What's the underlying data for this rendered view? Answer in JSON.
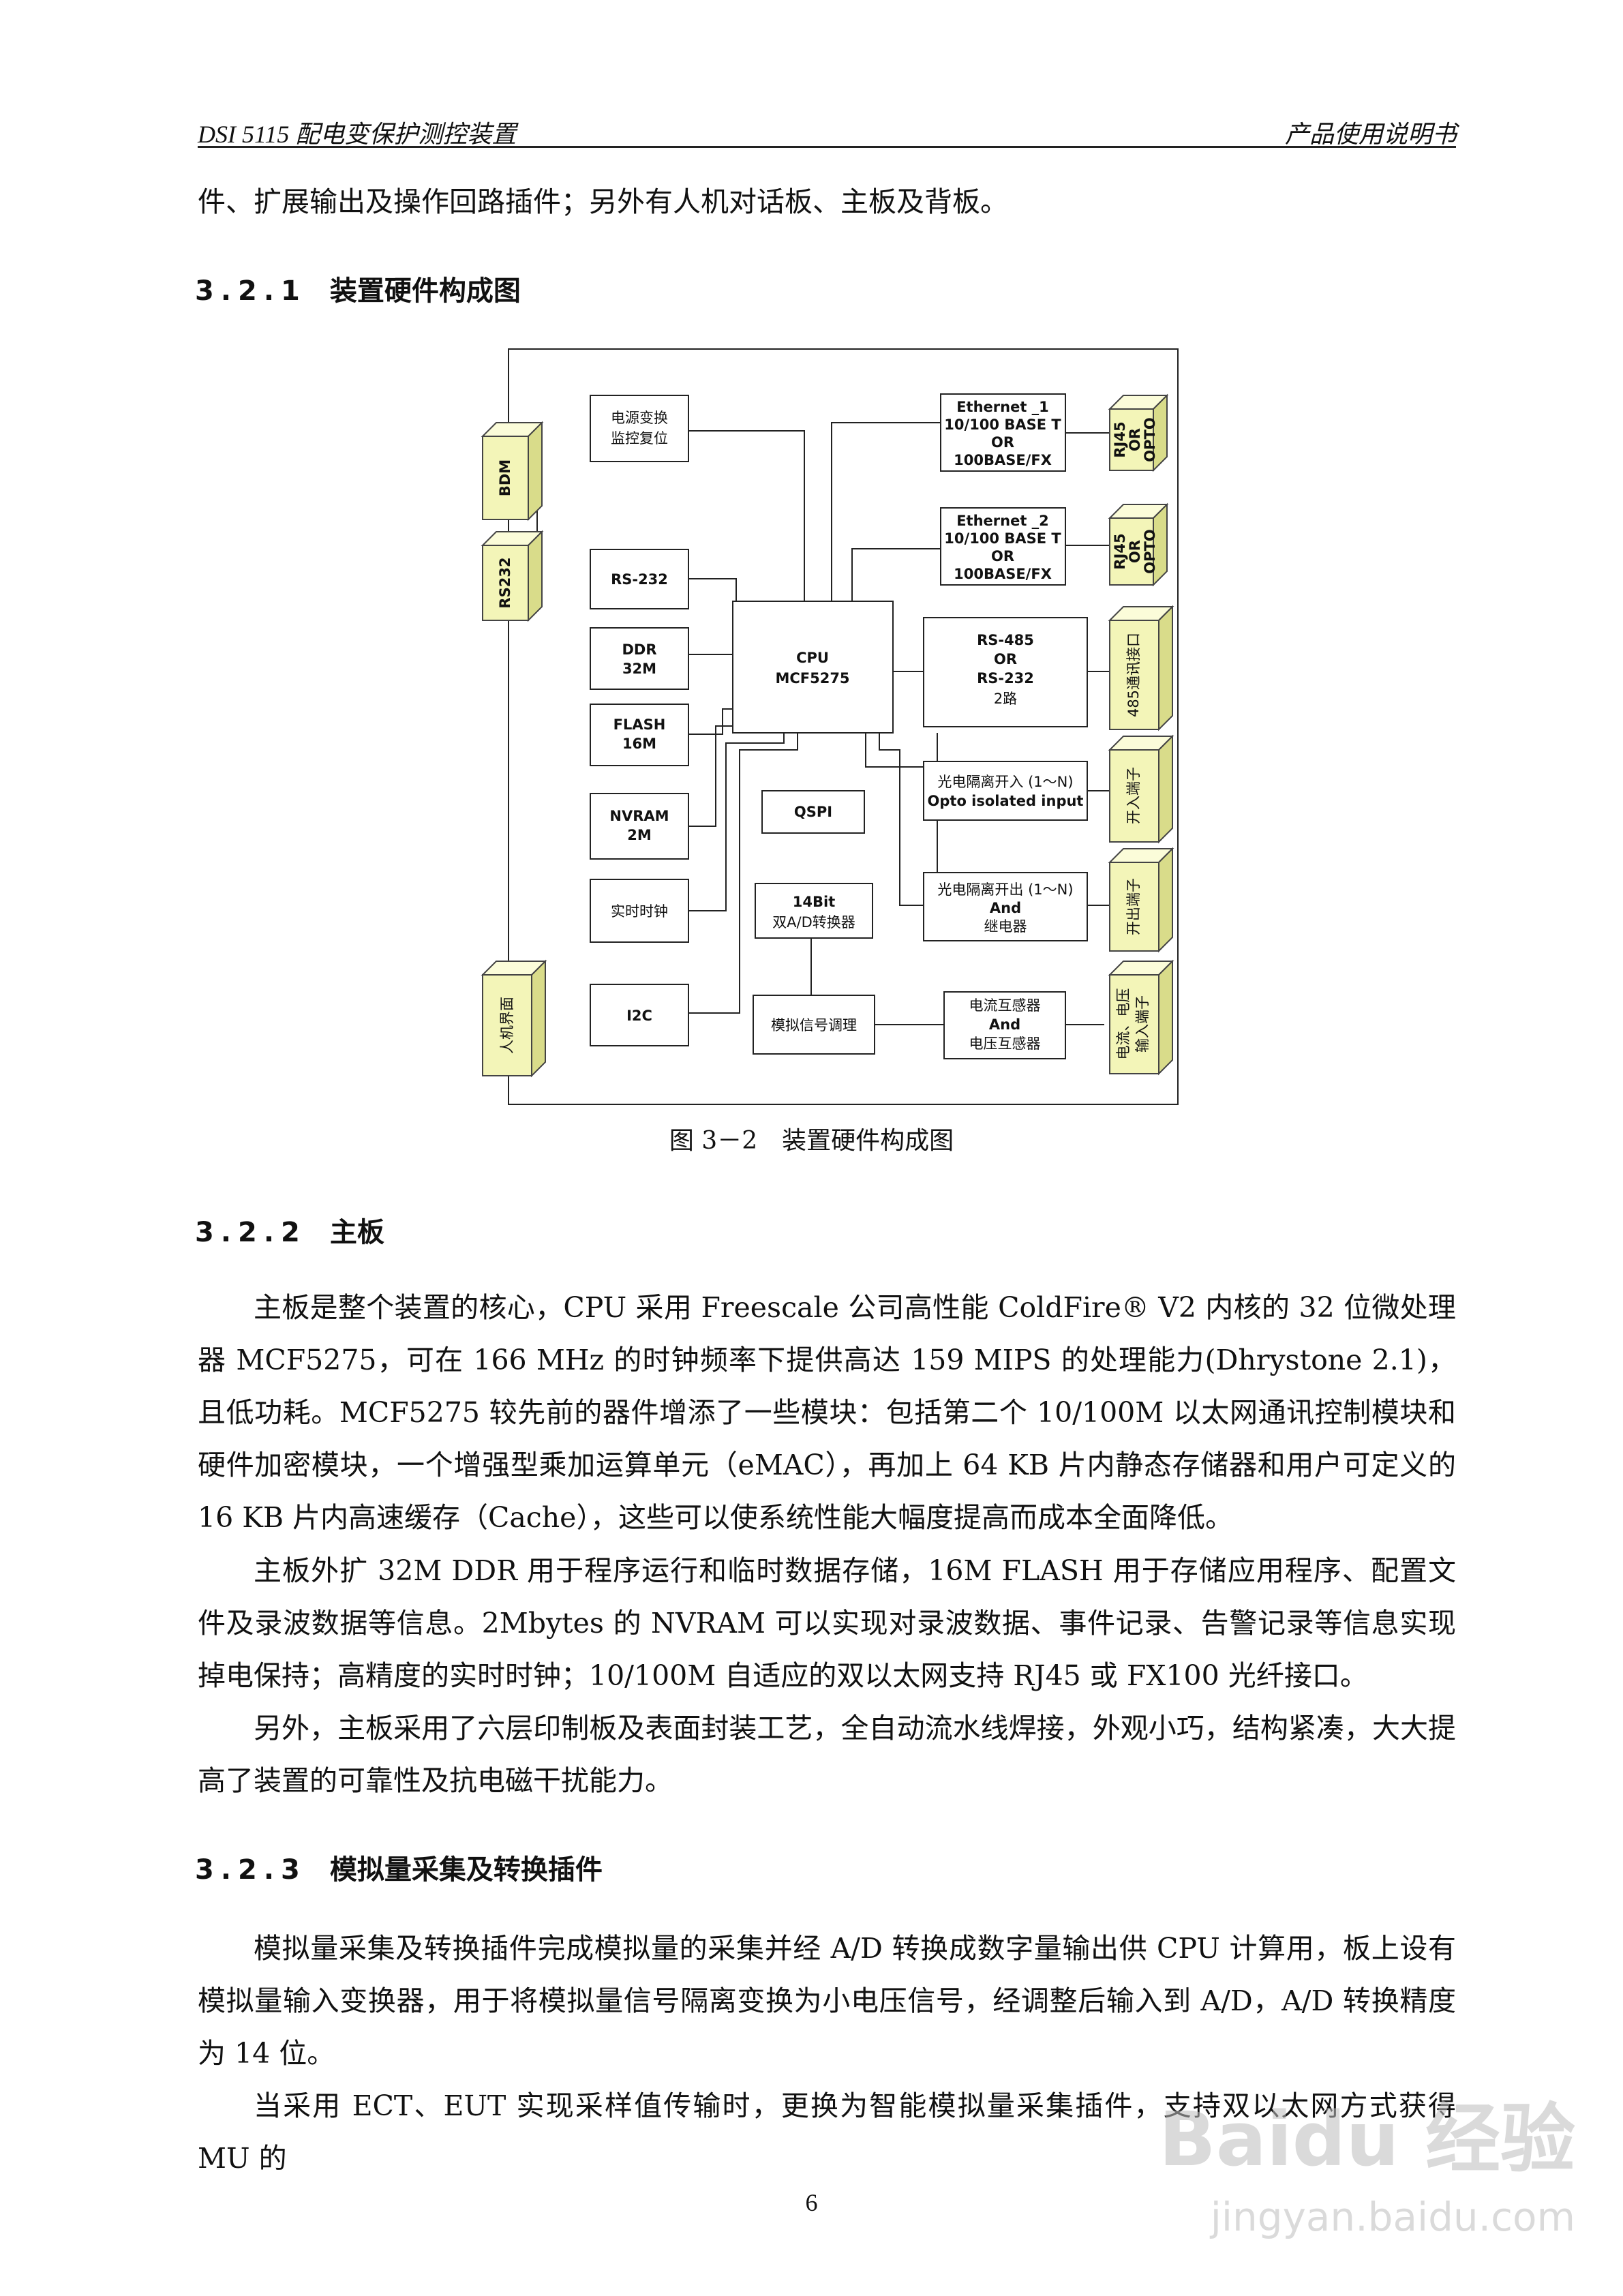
{
  "header": {
    "left": "DSI 5115 配电变保护测控装置",
    "right": "产品使用说明书"
  },
  "intro_line": "件、扩展输出及操作回路插件；另外有人机对话板、主板及背板。",
  "section_321": {
    "number": "3.2.1",
    "title": "装置硬件构成图"
  },
  "diagram": {
    "boxes": {
      "power": [
        "电源变换",
        "监控复位"
      ],
      "rs232": [
        "RS-232"
      ],
      "ddr": [
        "DDR",
        "32M"
      ],
      "flash": [
        "FLASH",
        "16M"
      ],
      "nvram": [
        "NVRAM",
        "2M"
      ],
      "rtc": [
        "实时时钟"
      ],
      "i2c": [
        "I2C"
      ],
      "cpu": [
        "CPU",
        "MCF5275"
      ],
      "qspi": [
        "QSPI"
      ],
      "adc": [
        "14Bit",
        "双A/D转换器"
      ],
      "signal": [
        "模拟信号调理"
      ],
      "ct": [
        "电流互感器",
        "And",
        "电压互感器"
      ],
      "eth1": [
        "Ethernet _1",
        "10/100 BASE T",
        "OR",
        "100BASE/FX"
      ],
      "eth2": [
        "Ethernet _2",
        "10/100 BASE T",
        "OR",
        "100BASE/FX"
      ],
      "rs485": [
        "RS-485",
        "OR",
        "RS-232",
        "2路"
      ],
      "opto_in": [
        "光电隔离开入 (1～N)",
        "Opto isolated input"
      ],
      "opto_out": [
        "光电隔离开出 (1～N)",
        "And",
        "继电器"
      ]
    },
    "connectors": {
      "bdm": "BDM",
      "rs232": "RS232",
      "hmi": "人机界面",
      "rj45_1": [
        "RJ45",
        "OR",
        "OPTO"
      ],
      "rj45_2": [
        "RJ45",
        "OR",
        "OPTO"
      ],
      "comm485": "485通讯接口",
      "di": "开入端子",
      "do": "开出端子",
      "analog": [
        "电流、电压",
        "输入端子"
      ]
    }
  },
  "caption": "图 3－2　装置硬件构成图",
  "section_322": {
    "number": "3.2.2",
    "title": "主板"
  },
  "main_board_paragraphs": [
    "主板是整个装置的核心，CPU 采用 Freescale 公司高性能 ColdFire® V2 内核的 32 位微处理器 MCF5275，可在 166 MHz 的时钟频率下提供高达 159 MIPS 的处理能力(Dhrystone 2.1)，且低功耗。MCF5275 较先前的器件增添了一些模块：包括第二个 10/100M 以太网通讯控制模块和硬件加密模块，一个增强型乘加运算单元（eMAC），再加上 64 KB 片内静态存储器和用户可定义的 16 KB 片内高速缓存（Cache），这些可以使系统性能大幅度提高而成本全面降低。",
    "主板外扩 32M DDR 用于程序运行和临时数据存储，16M FLASH 用于存储应用程序、配置文件及录波数据等信息。2Mbytes 的 NVRAM 可以实现对录波数据、事件记录、告警记录等信息实现掉电保持；高精度的实时时钟；10/100M 自适应的双以太网支持 RJ45 或 FX100 光纤接口。",
    "另外，主板采用了六层印制板及表面封装工艺，全自动流水线焊接，外观小巧，结构紧凑，大大提高了装置的可靠性及抗电磁干扰能力。"
  ],
  "section_323": {
    "number": "3.2.3",
    "title": "模拟量采集及转换插件"
  },
  "analog_paragraphs": [
    "模拟量采集及转换插件完成模拟量的采集并经 A/D 转换成数字量输出供 CPU 计算用，板上设有模拟量输入变换器，用于将模拟量信号隔离变换为小电压信号，经调整后输入到 A/D，A/D 转换精度为 14 位。",
    "当采用 ECT、EUT 实现采样值传输时，更换为智能模拟量采集插件，支持双以太网方式获得 MU 的"
  ],
  "page_number": "6",
  "watermark": {
    "line1": "Baidu 经验",
    "line2": "jingyan.baidu.com"
  }
}
